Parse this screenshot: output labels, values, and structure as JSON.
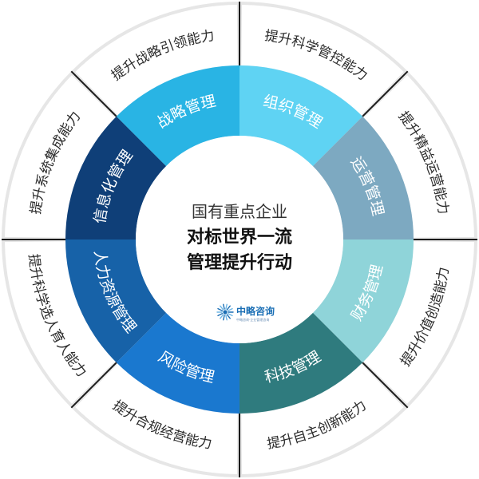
{
  "center": {
    "line1": "国有重点企业",
    "line2": "对标世界一流",
    "line3": "管理提升行动"
  },
  "logo": {
    "name": "中略咨询",
    "subtitle": "中略咨询·企业管理咨询"
  },
  "segments": [
    {
      "inner": "战略管理",
      "outer": "提升战略引领能力",
      "color": "#29b4e4"
    },
    {
      "inner": "组织管理",
      "outer": "提升科学管控能力",
      "color": "#5fd3f3"
    },
    {
      "inner": "运营管理",
      "outer": "提升精益运营能力",
      "color": "#7da9c1"
    },
    {
      "inner": "财务管理",
      "outer": "提升价值创造能力",
      "color": "#8fd4d9"
    },
    {
      "inner": "科技管理",
      "outer": "提升自主创新能力",
      "color": "#2f7b7e"
    },
    {
      "inner": "风险管理",
      "outer": "提升合规经营能力",
      "color": "#1a78cf"
    },
    {
      "inner": "人力资源管理",
      "outer": "提升科学选人育人能力",
      "color": "#1762a8"
    },
    {
      "inner": "信息化管理",
      "outer": "提升系统集成能力",
      "color": "#0f3f78"
    }
  ]
}
